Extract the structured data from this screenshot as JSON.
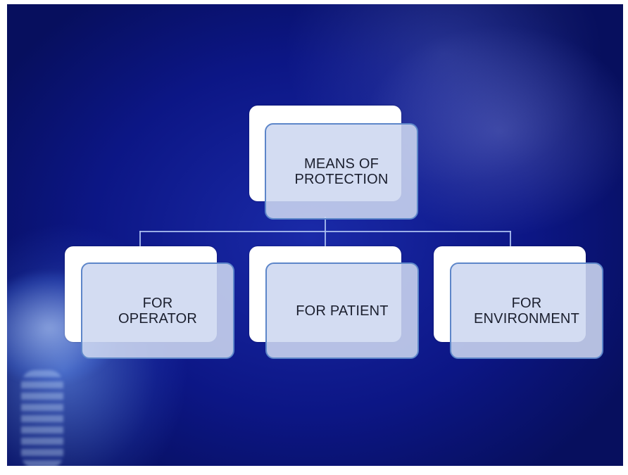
{
  "diagram": {
    "root": {
      "label": "MEANS OF\nPROTECTION"
    },
    "children": [
      {
        "label": "FOR\nOPERATOR"
      },
      {
        "label": "FOR PATIENT"
      },
      {
        "label": "FOR\nENVIRONMENT"
      }
    ]
  },
  "colors": {
    "background_dark": "#070f5e",
    "background_mid": "#1a2aa8",
    "node_fill": "#cdd7f0",
    "node_border": "#5d86c9",
    "node_back": "#ffffff",
    "connector": "#aabef0",
    "text": "#1b1f2e"
  }
}
